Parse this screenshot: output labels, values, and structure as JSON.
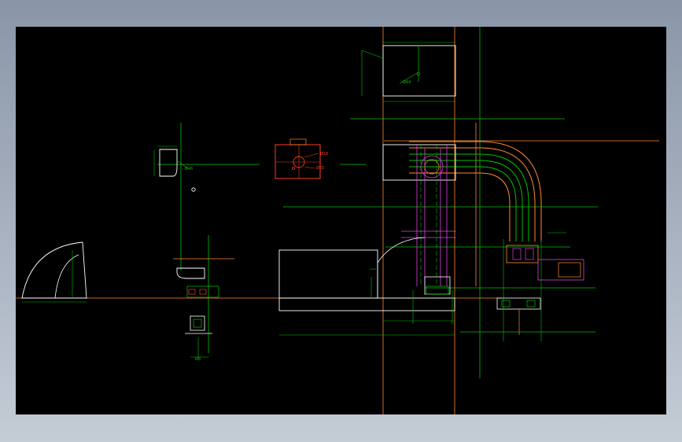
{
  "colors": {
    "background": "#000000",
    "outline": "#ffffff",
    "construction": "#00c000",
    "guide": "#ff8a30",
    "highlight": "#ff3b1f",
    "detail": "#e040e0",
    "frame_outer": "#8a96a8"
  },
  "labels": {
    "top_block_dia": "Ø44",
    "left_bracket_dia": "Ø46",
    "red_part_dia_1": "Ø16",
    "red_part_dia_2": "Ø20",
    "bottom_left_dia": "Ø8"
  }
}
